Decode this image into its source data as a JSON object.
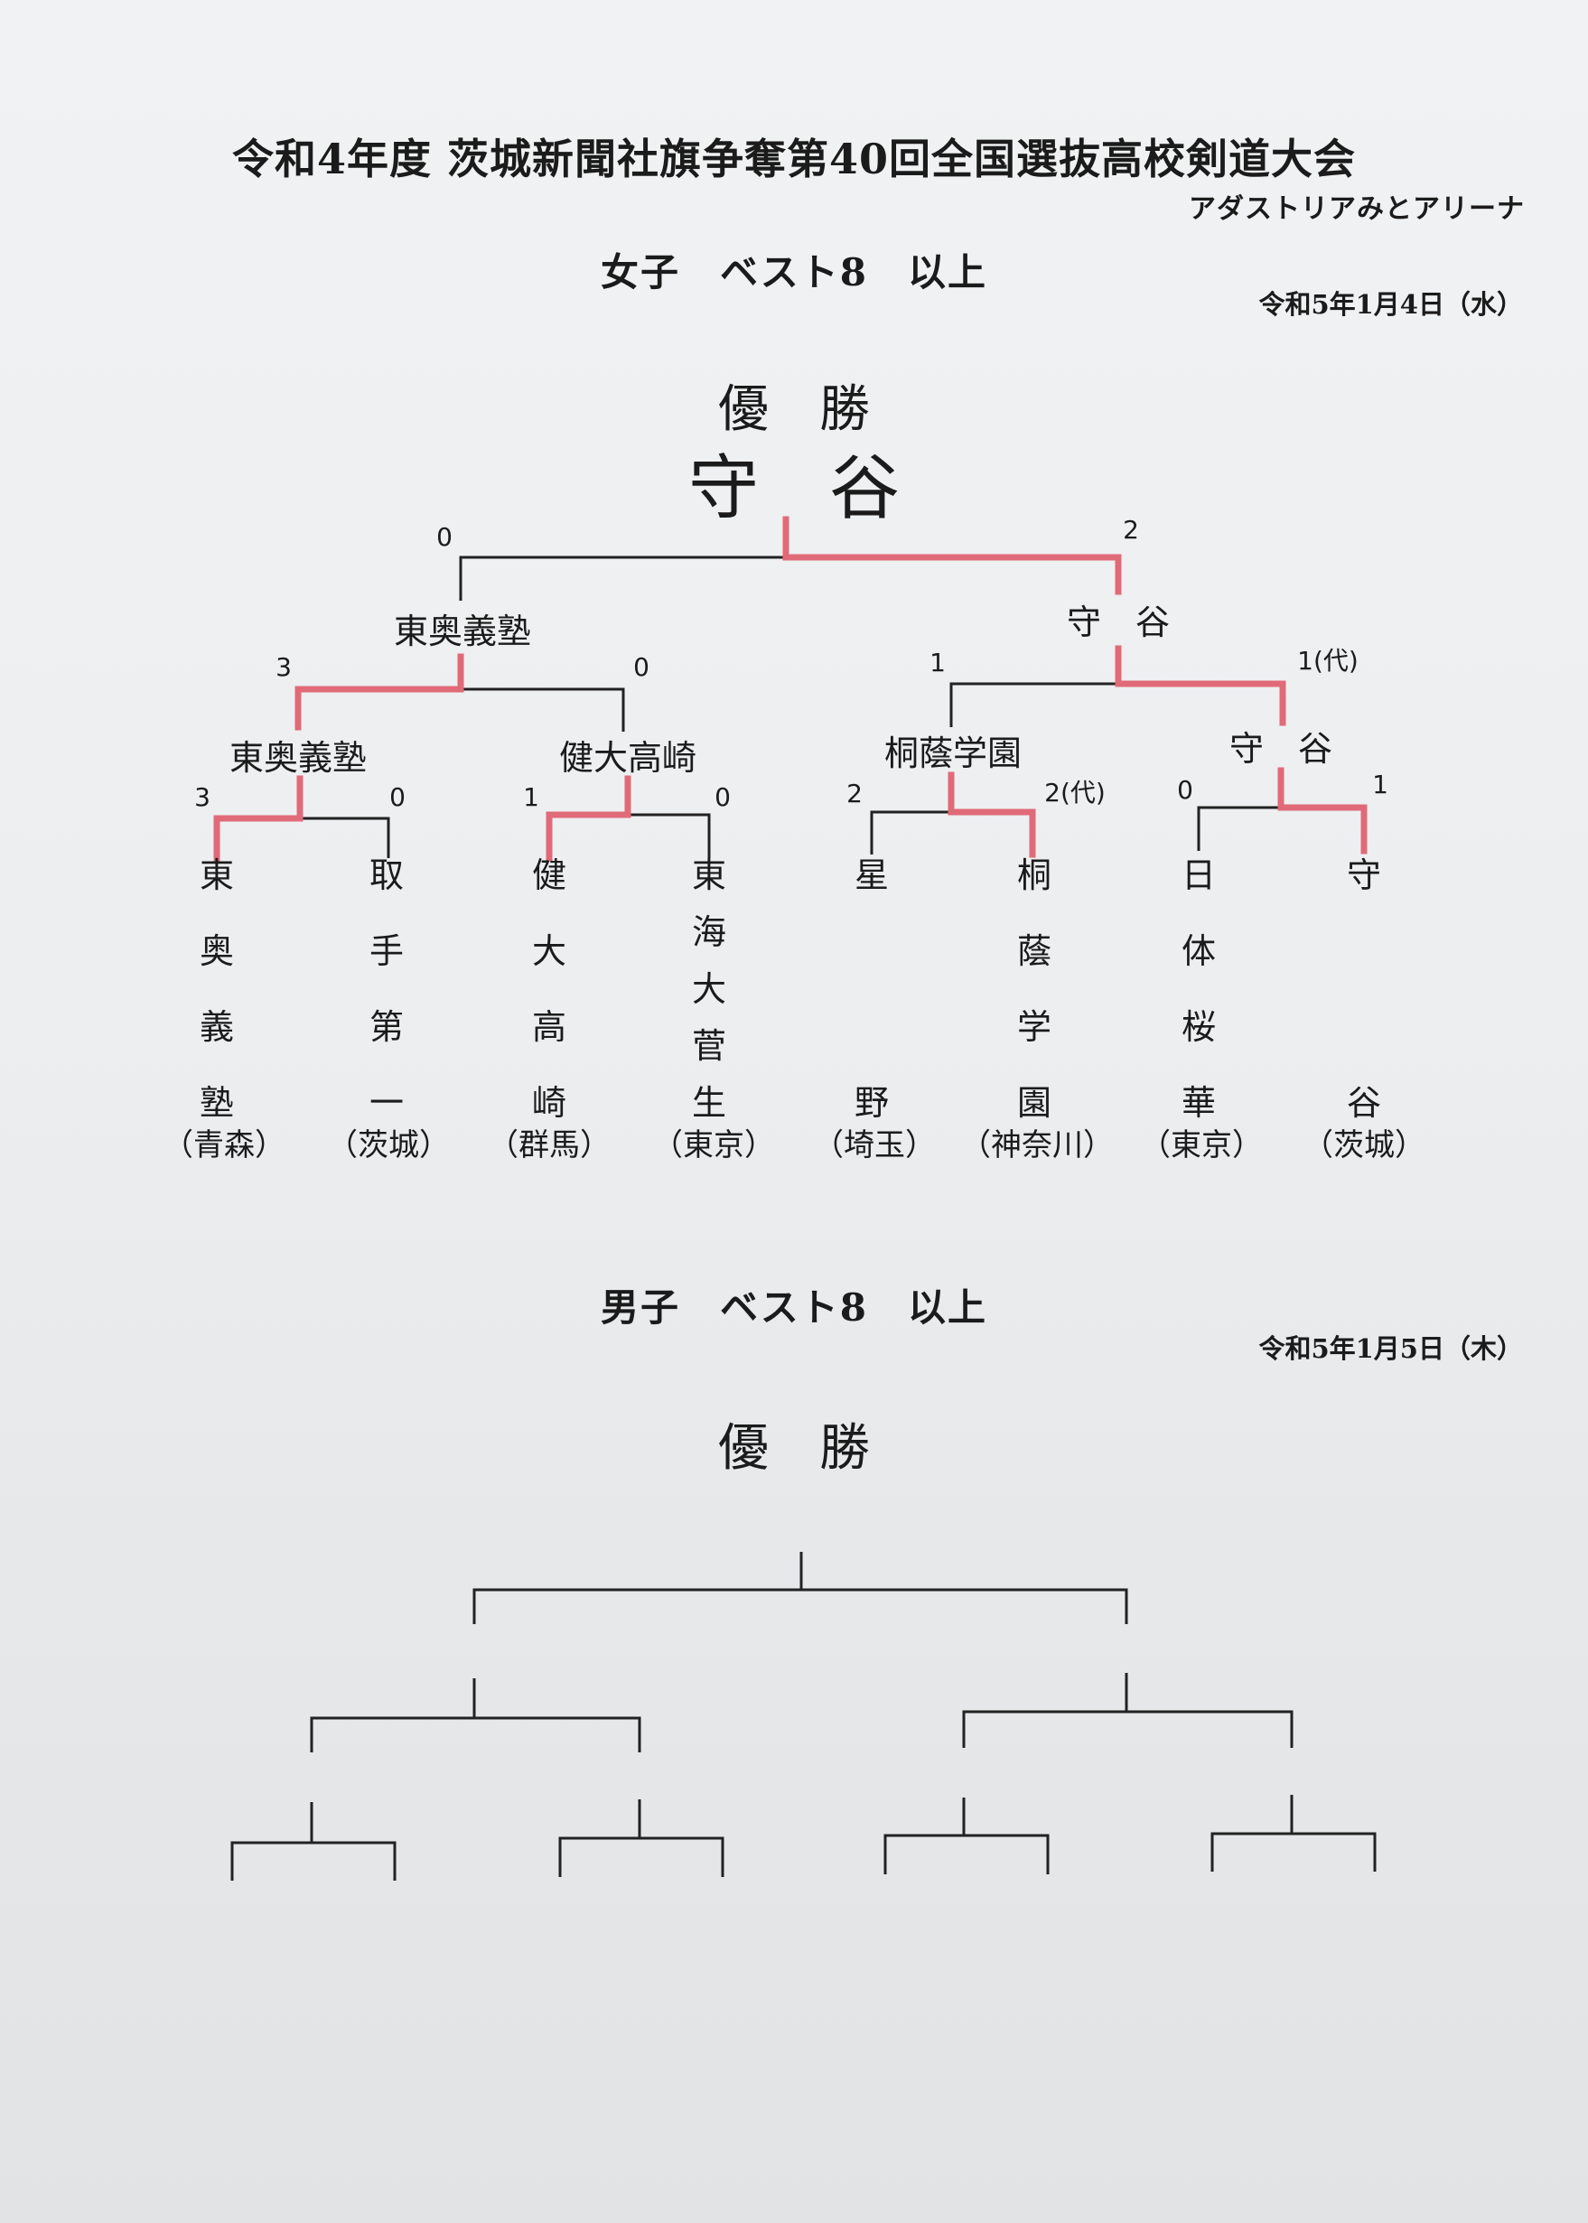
{
  "header": {
    "title": "令和4年度 茨城新聞社旗争奪第40回全国選抜高校剣道大会",
    "venue": "アダストリアみとアリーナ"
  },
  "women": {
    "heading": "女子　ベスト8　以上",
    "date": "令和5年1月4日（水）",
    "champion_label": "優　勝",
    "champion": "守　谷",
    "final": {
      "left": "東奥義塾",
      "right": "守　谷",
      "left_score": "0",
      "right_score": "2"
    },
    "semifinal_scores": [
      "3",
      "0",
      "1",
      "1(代)"
    ],
    "quarterfinal_winners": [
      "東奥義塾",
      "健大高崎",
      "桐蔭学園",
      "守　谷"
    ],
    "first_round_scores": [
      "3",
      "0",
      "1",
      "0",
      "2",
      "2(代)",
      "0",
      "1"
    ],
    "teams": [
      {
        "name": "東奥義塾",
        "chars": [
          "東",
          "奥",
          "義",
          "塾"
        ],
        "prefecture": "（青森）"
      },
      {
        "name": "取手第一",
        "chars": [
          "取",
          "手",
          "第",
          "一"
        ],
        "prefecture": "（茨城）"
      },
      {
        "name": "健大高崎",
        "chars": [
          "健",
          "大",
          "高",
          "崎"
        ],
        "prefecture": "（群馬）"
      },
      {
        "name": "東海大菅生",
        "chars": [
          "東",
          "海",
          "大",
          "菅",
          "生"
        ],
        "prefecture": "（東京）"
      },
      {
        "name": "星野",
        "chars": [
          "星",
          "野"
        ],
        "prefecture": "（埼玉）"
      },
      {
        "name": "桐蔭学園",
        "chars": [
          "桐",
          "蔭",
          "学",
          "園"
        ],
        "prefecture": "（神奈川）"
      },
      {
        "name": "日体桜華",
        "chars": [
          "日",
          "体",
          "桜",
          "華"
        ],
        "prefecture": "（東京）"
      },
      {
        "name": "守谷",
        "chars": [
          "守",
          "谷"
        ],
        "prefecture": "（茨城）"
      }
    ],
    "winner_color": "#e06a78"
  },
  "men": {
    "heading": "男子　ベスト8　以上",
    "date": "令和5年1月5日（木）",
    "champion_label": "優　勝"
  }
}
